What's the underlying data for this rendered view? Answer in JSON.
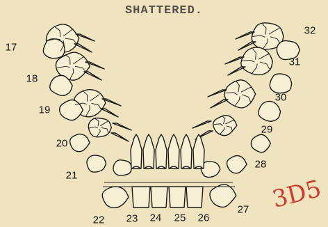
{
  "title": "SHATTERED.",
  "tooth_numbers": [
    "17",
    "18",
    "19",
    "20",
    "21",
    "22",
    "23",
    "24",
    "25",
    "26",
    "27",
    "28",
    "29",
    "30",
    "31",
    "32"
  ],
  "handwritten_note": "3D5",
  "colors": {
    "paper": "#efe4bf",
    "ink": "#1c1a17",
    "tooth_fill": "#f6efd4",
    "note": "#d03a2a"
  }
}
